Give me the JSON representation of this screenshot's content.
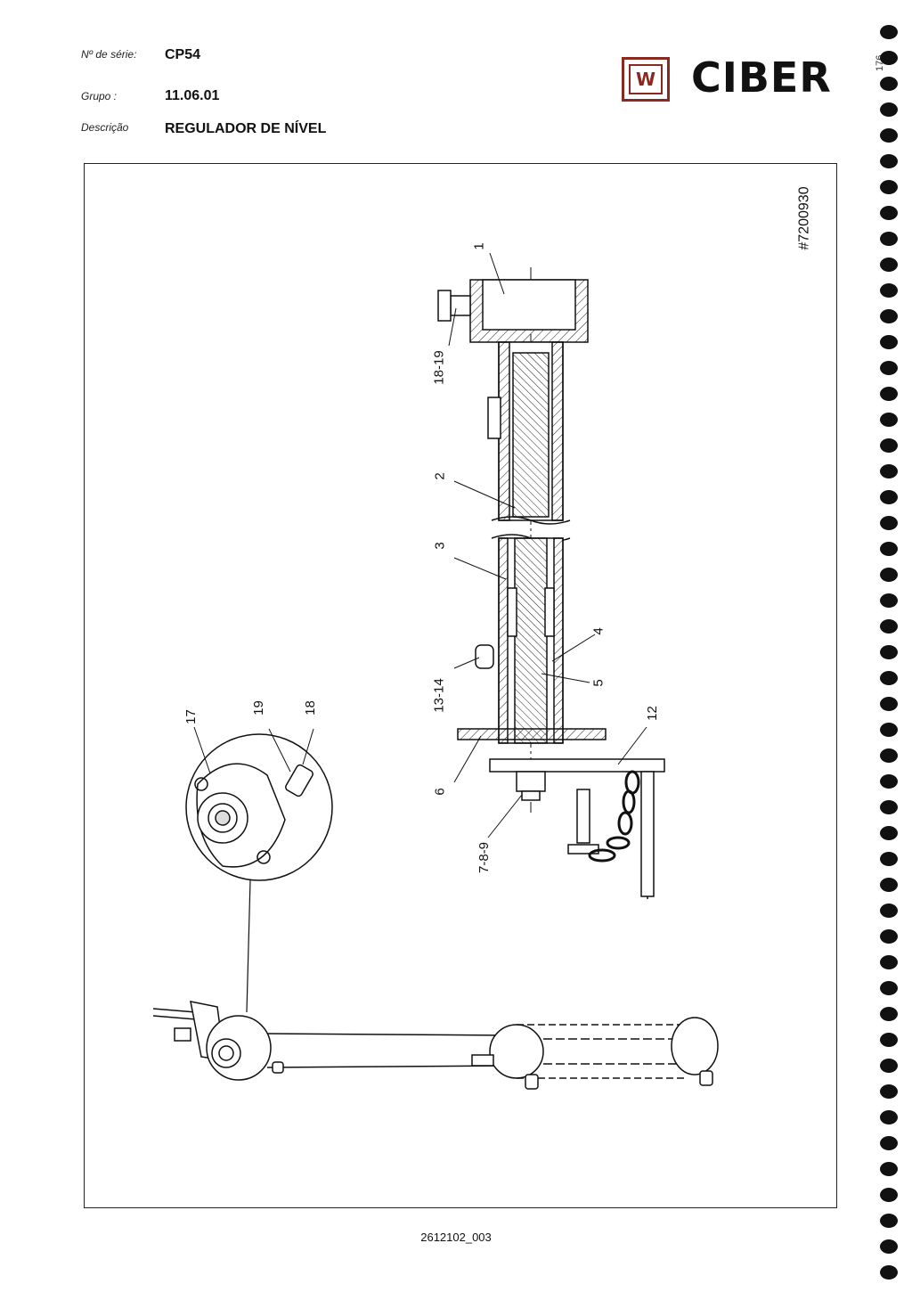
{
  "header": {
    "serie_label": "Nº de série:",
    "serie_value": "CP54",
    "grupo_label": "Grupo :",
    "grupo_value": "11.06.01",
    "descricao_label": "Descrição",
    "descricao_value": "REGULADOR DE NÍVEL"
  },
  "logo": {
    "mark": "W",
    "name": "CIBER",
    "mark_color": "#8a2a1e"
  },
  "page_number": "176",
  "drawing_ref": "#7200930",
  "part_labels": {
    "p1": "1",
    "p18_19": "18-19",
    "p2": "2",
    "p3": "3",
    "p4": "4",
    "p5": "5",
    "p13_14": "13-14",
    "p12": "12",
    "p6": "6",
    "p7_8_9": "7-8-9",
    "p17": "17",
    "p19": "19",
    "p18": "18"
  },
  "footer": {
    "doc_code": "2612102_003"
  }
}
